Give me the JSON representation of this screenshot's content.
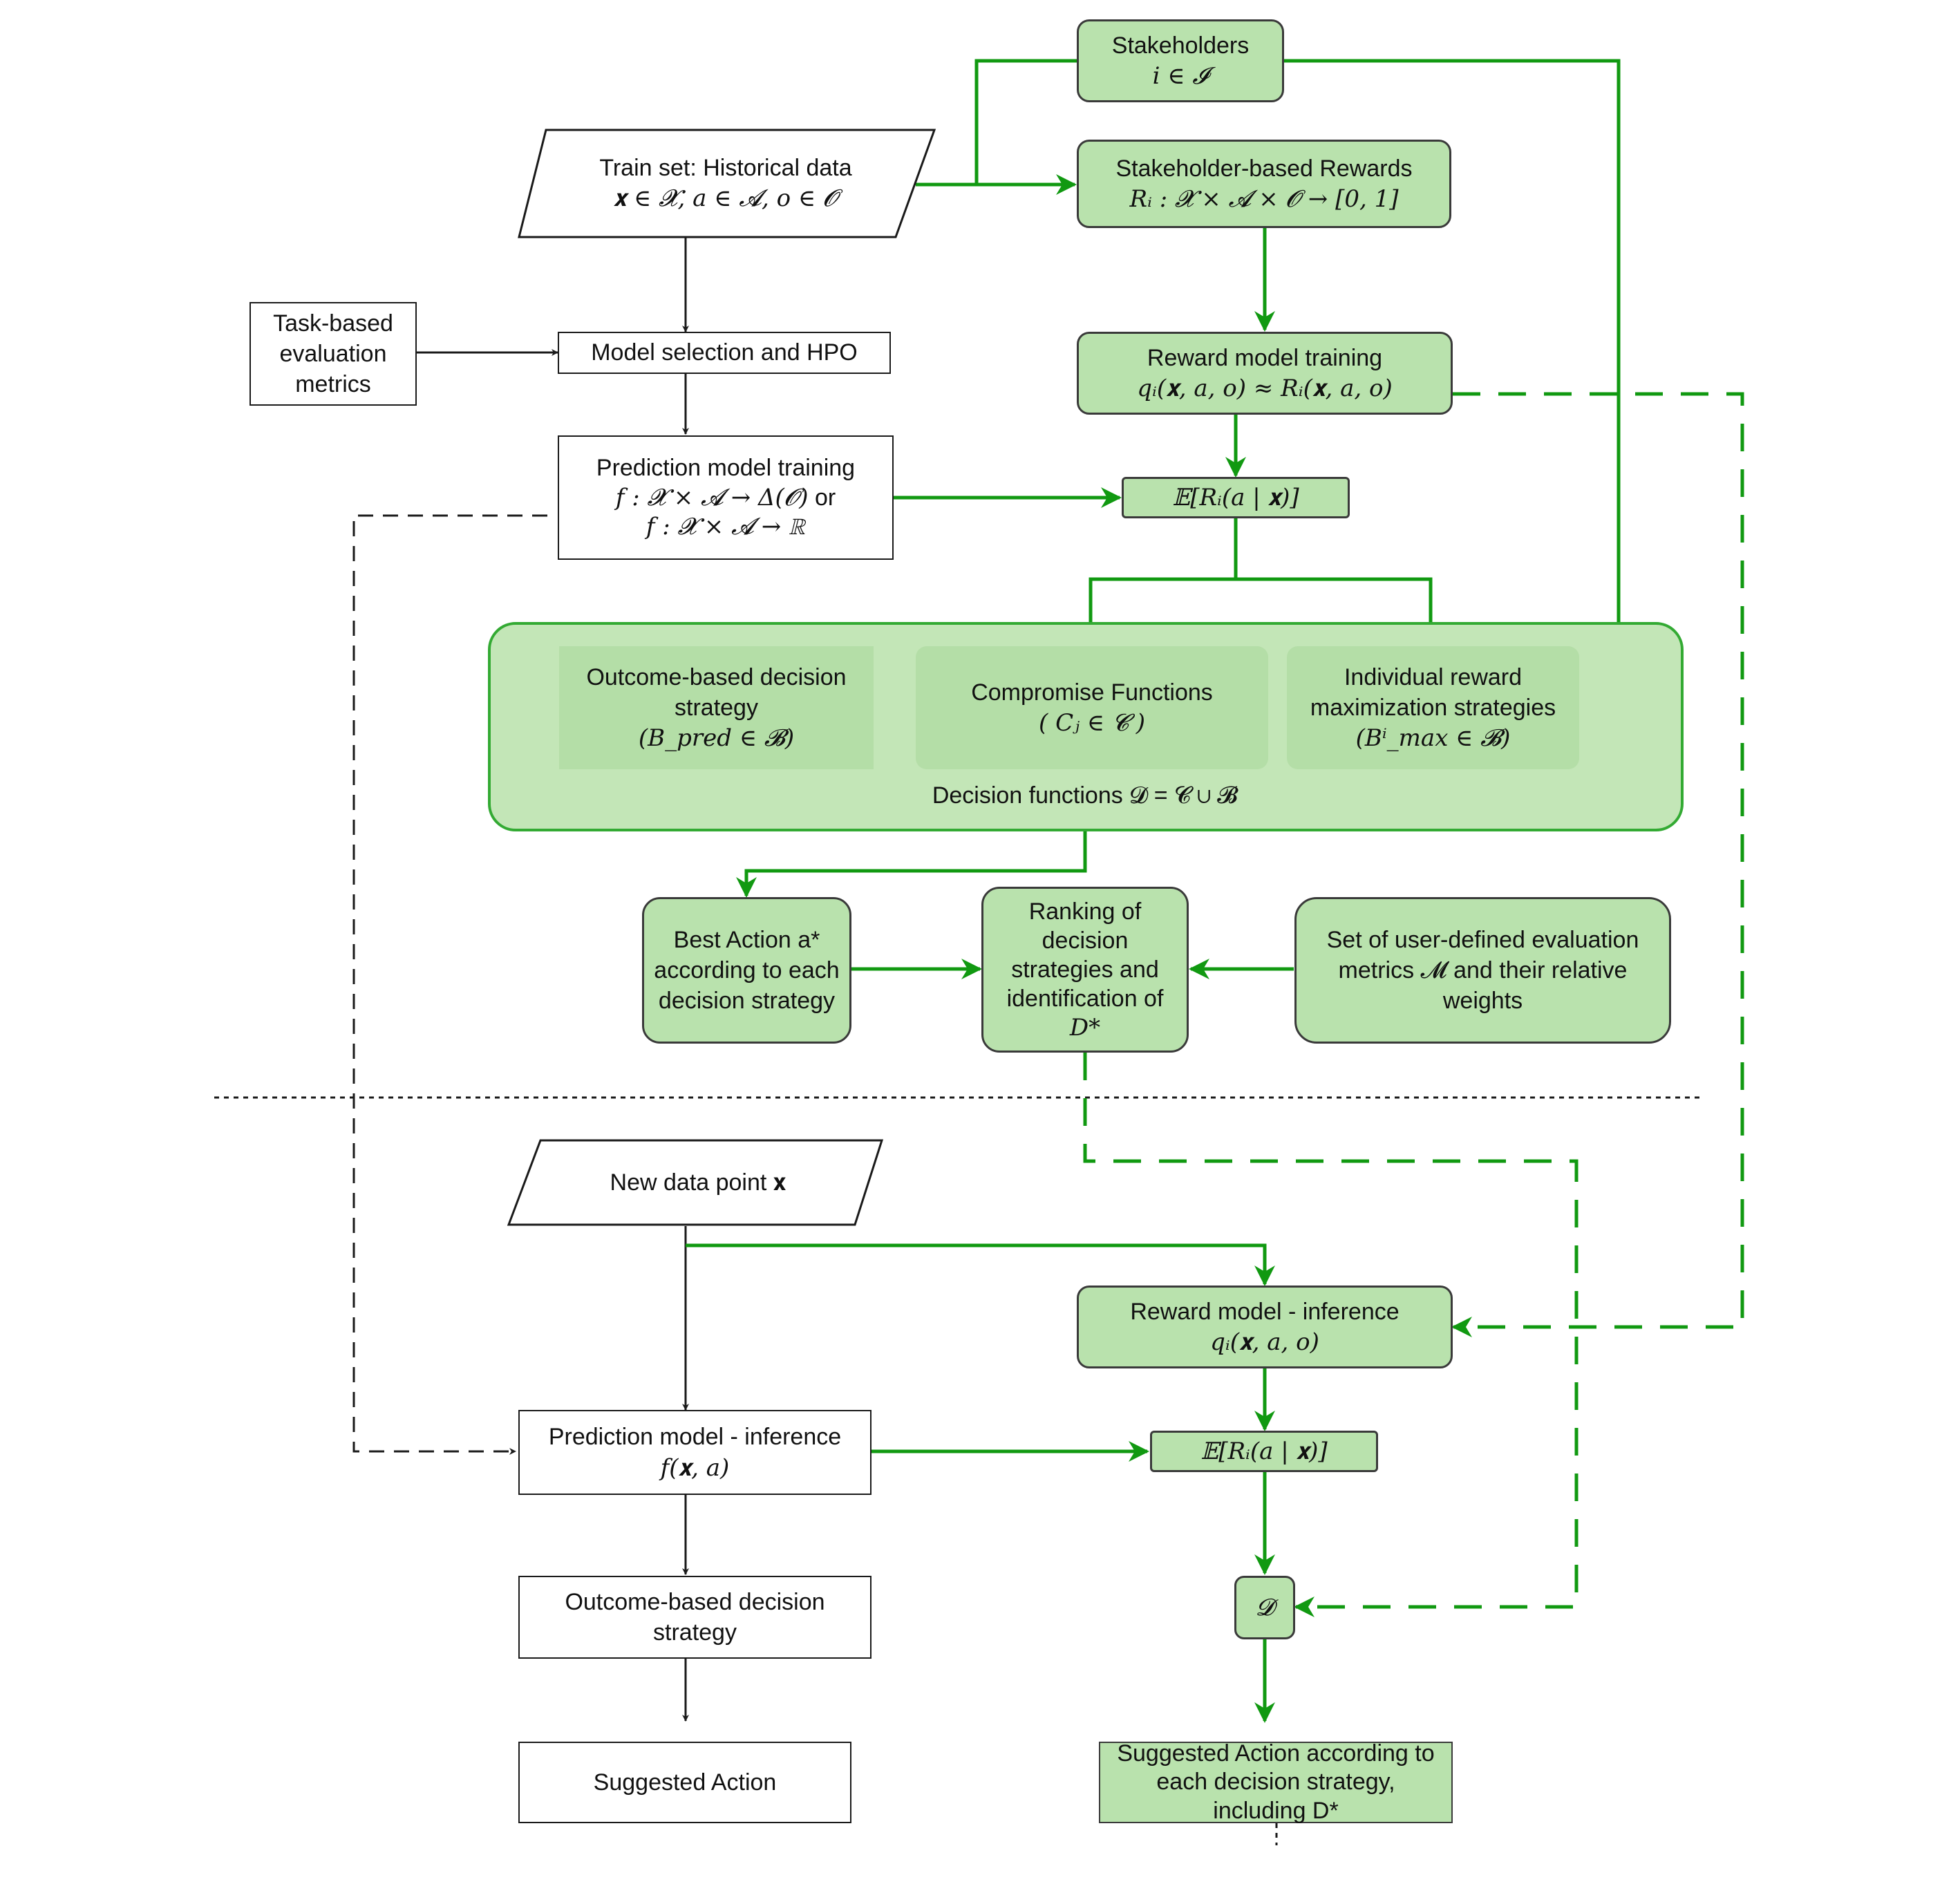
{
  "stakeholders": {
    "title": "Stakeholders",
    "formula": "i ∈ 𝓘"
  },
  "train_set": {
    "title": "Train set: Historical data",
    "formula": "𝐱 ∈ 𝓧, a ∈ 𝓐, o ∈ 𝓞"
  },
  "rewards": {
    "title": "Stakeholder-based Rewards",
    "formula": "Rᵢ : 𝓧 × 𝓐 × 𝓞 → [0, 1]"
  },
  "task_metrics": {
    "line1": "Task-based",
    "line2": "evaluation",
    "line3": "metrics"
  },
  "model_selection": {
    "label": "Model selection and HPO"
  },
  "reward_training": {
    "title": "Reward model training",
    "formula": "qᵢ(𝐱, a, o) ≈ Rᵢ(𝐱, a, o)"
  },
  "prediction_training": {
    "title": "Prediction model training",
    "formula1": "f : 𝓧 × 𝓐 → Δ(𝓞)",
    "formula1_suffix": "or",
    "formula2": "f : 𝓧 × 𝓐 → ℝ"
  },
  "expected_reward": {
    "formula": "𝔼[Rᵢ(a | 𝐱)]"
  },
  "decision_functions": {
    "outcome": {
      "line1": "Outcome-based decision",
      "line2": "strategy",
      "formula": "(B_pred ∈ 𝓑)"
    },
    "compromise": {
      "line1": "Compromise Functions",
      "formula": "( Cⱼ ∈ 𝓒 )"
    },
    "individual": {
      "line1": "Individual reward",
      "line2": "maximization strategies",
      "formula": "(Bⁱ_max ∈ 𝓑)"
    },
    "caption": "Decision functions 𝓓 = 𝓒 ∪ 𝓑"
  },
  "best_action": {
    "line1": "Best Action a*",
    "line2": "according to each",
    "line3": "decision strategy"
  },
  "ranking": {
    "line1": "Ranking of",
    "line2": "decision",
    "line3": "strategies and",
    "line4": "identification of",
    "formula": "D*"
  },
  "user_metrics": {
    "line1": "Set of user-defined evaluation",
    "line2": "metrics 𝓜 and their relative",
    "line3": "weights"
  },
  "new_data": {
    "label": "New data point 𝐱"
  },
  "reward_inference": {
    "title": "Reward model - inference",
    "formula": "qᵢ(𝐱, a, o)"
  },
  "prediction_inference": {
    "title": "Prediction model - inference",
    "formula": "f(𝐱, a)"
  },
  "expected_reward_2": {
    "formula": "𝔼[Rᵢ(a | 𝐱)]"
  },
  "outcome_strategy": {
    "line1": "Outcome-based decision",
    "line2": "strategy"
  },
  "d_node": {
    "formula": "𝓓"
  },
  "suggested_action": {
    "label": "Suggested Action"
  },
  "suggested_action_green": {
    "line1": "Suggested Action according to",
    "line2": "each decision strategy,",
    "line3": "including D*"
  },
  "colors": {
    "green_fill": "#b9e2ad",
    "green_line": "#119911",
    "container_border": "#33aa33"
  }
}
